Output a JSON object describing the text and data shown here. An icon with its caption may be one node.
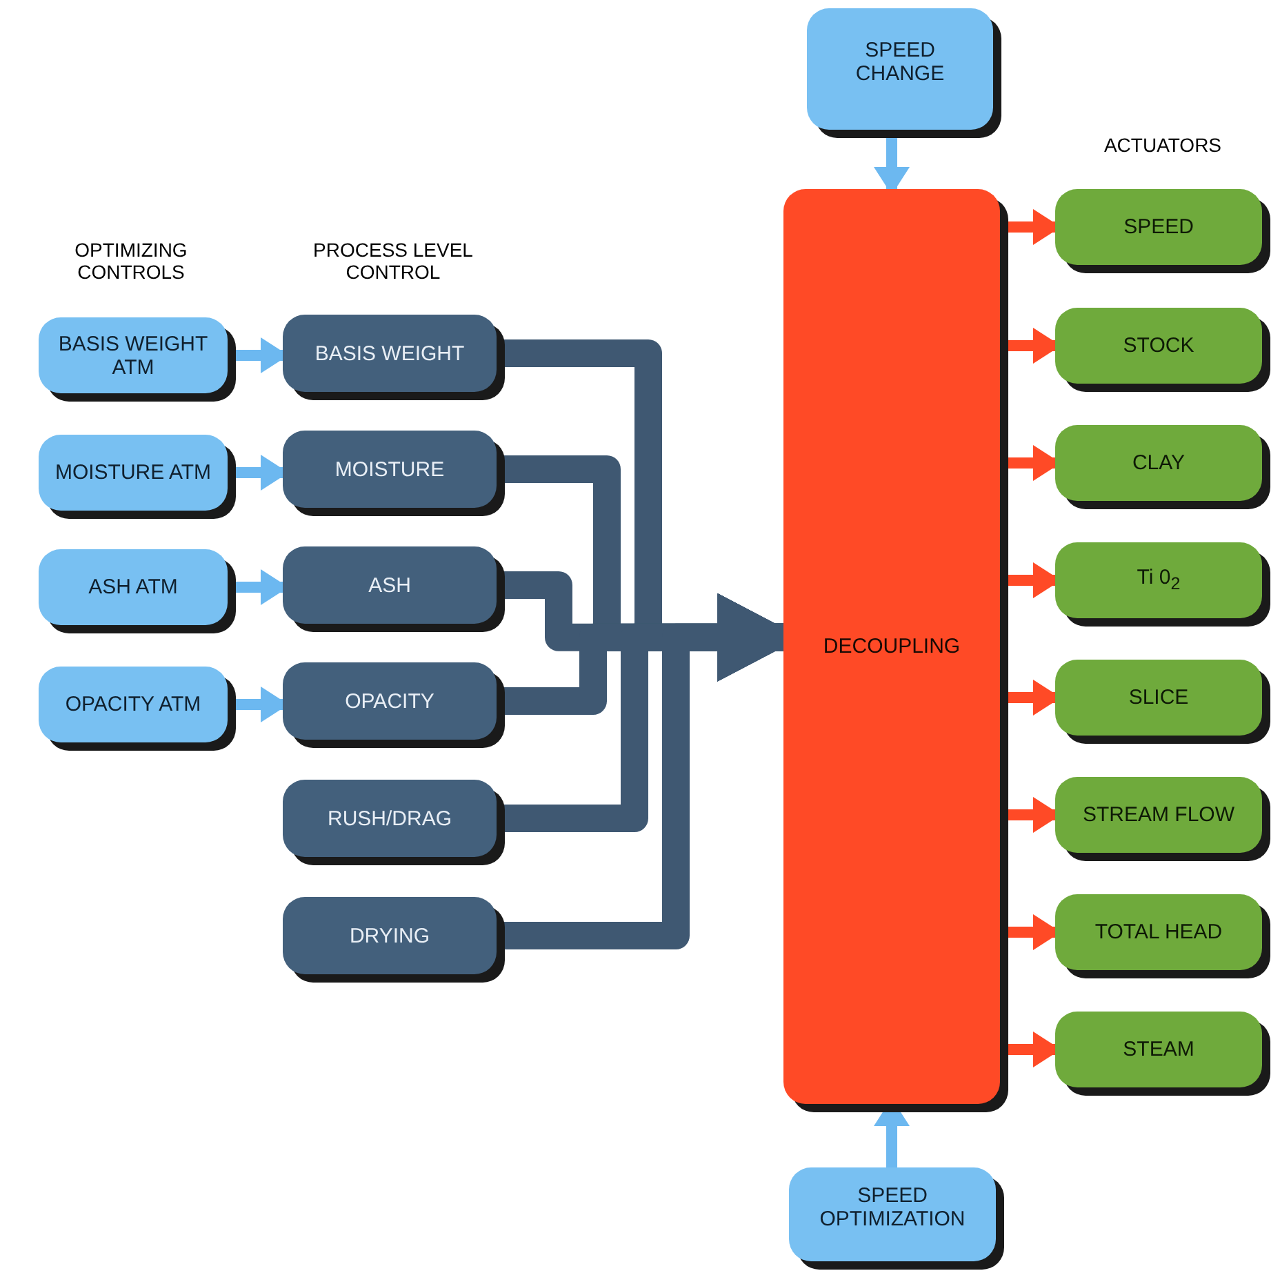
{
  "diagram": {
    "nodes": [
      {
        "text": [
          "SPEED CHANGE"
        ]
      },
      {
        "text": [
          "BASIS WEIGHT ATM"
        ]
      },
      {
        "text": [
          "MOISTURE ATM"
        ]
      },
      {
        "text": [
          "ASH ATM"
        ]
      },
      {
        "text": [
          "OPACITY ATM"
        ]
      },
      {
        "text": [
          "BASIS WEIGHT"
        ]
      },
      {
        "text": [
          "MOISTURE"
        ]
      },
      {
        "text": [
          "ASH"
        ]
      },
      {
        "text": [
          "OPACITY"
        ]
      },
      {
        "text": [
          "RUSH/DRAG"
        ]
      },
      {
        "text": [
          "DRYING"
        ]
      },
      {
        "text": [
          "DECOUPLING"
        ]
      },
      {
        "text": [
          "SPEED"
        ]
      },
      {
        "text": [
          "STOCK"
        ]
      },
      {
        "text": [
          "CLAY"
        ]
      },
      {
        "text": [
          "Ti 0$_{2}$"
        ]
      },
      {
        "text": [
          "SLICE"
        ]
      },
      {
        "text": [
          "STREAM FLOW"
        ]
      },
      {
        "text": [
          "TOTAL HEAD"
        ]
      },
      {
        "text": [
          "STEAM"
        ]
      },
      {
        "text": [
          "SPEED OPTIMIZATION"
        ]
      }
    ],
    "edges": [
      {
        "from": 0,
        "to": 11,
        "arrow": "to",
        "color": "#6cb8f0"
      },
      {
        "from": 1,
        "to": 5,
        "arrow": "to",
        "color": "#6cb8f0"
      },
      {
        "from": 2,
        "to": 6,
        "arrow": "to",
        "color": "#6cb8f0"
      },
      {
        "from": 3,
        "to": 7,
        "arrow": "to",
        "color": "#6cb8f0"
      },
      {
        "from": 4,
        "to": 8,
        "arrow": "to",
        "color": "#6cb8f0"
      },
      {
        "from": 5,
        "to": 11,
        "arrow": "to",
        "style": "thick",
        "color": "#3f5872"
      },
      {
        "from": 6,
        "to": 11,
        "arrow": "to",
        "style": "thick",
        "color": "#3f5872"
      },
      {
        "from": 7,
        "to": 11,
        "arrow": "to",
        "style": "thick",
        "color": "#3f5872"
      },
      {
        "from": 8,
        "to": 11,
        "arrow": "to",
        "style": "thick",
        "color": "#3f5872"
      },
      {
        "from": 9,
        "to": 11,
        "arrow": "to",
        "style": "thick",
        "color": "#3f5872"
      },
      {
        "from": 10,
        "to": 11,
        "arrow": "to",
        "style": "thick",
        "color": "#3f5872"
      },
      {
        "from": 11,
        "to": 12,
        "arrow": "to"
      },
      {
        "from": 11,
        "to": 13,
        "arrow": "to"
      },
      {
        "from": 11,
        "to": 14,
        "arrow": "to"
      },
      {
        "from": 11,
        "to": 15,
        "arrow": "to"
      },
      {
        "from": 11,
        "to": 16,
        "arrow": "to"
      },
      {
        "from": 11,
        "to": 17,
        "arrow": "to"
      },
      {
        "from": 11,
        "to": 18,
        "arrow": "to"
      },
      {
        "from": 11,
        "to": 19,
        "arrow": "to"
      },
      {
        "from": 20,
        "to": 11,
        "arrow": "to",
        "color": "#6cb8f0"
      }
    ],
    "labels": [
      "ACTUATORS",
      "OPTIMIZING CONTROLS",
      "PROCESS LEVEL CONTROL"
    ]
  }
}
